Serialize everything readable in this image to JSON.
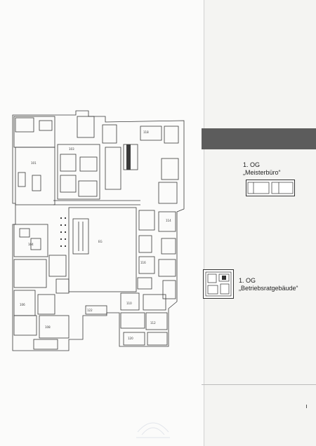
{
  "plan": {
    "room_labels": [
      "EG",
      "101",
      "103",
      "104",
      "106",
      "108",
      "110",
      "112",
      "114",
      "116",
      "118",
      "120",
      "122"
    ]
  },
  "legend": {
    "floor1": "1. OG",
    "name1": "„Meisterbüro“",
    "floor2": "1. OG",
    "name2": "„Betriebsratgebäude“"
  },
  "colors": {
    "band": "#5c5c5c",
    "lines": "#3a3a3a"
  }
}
